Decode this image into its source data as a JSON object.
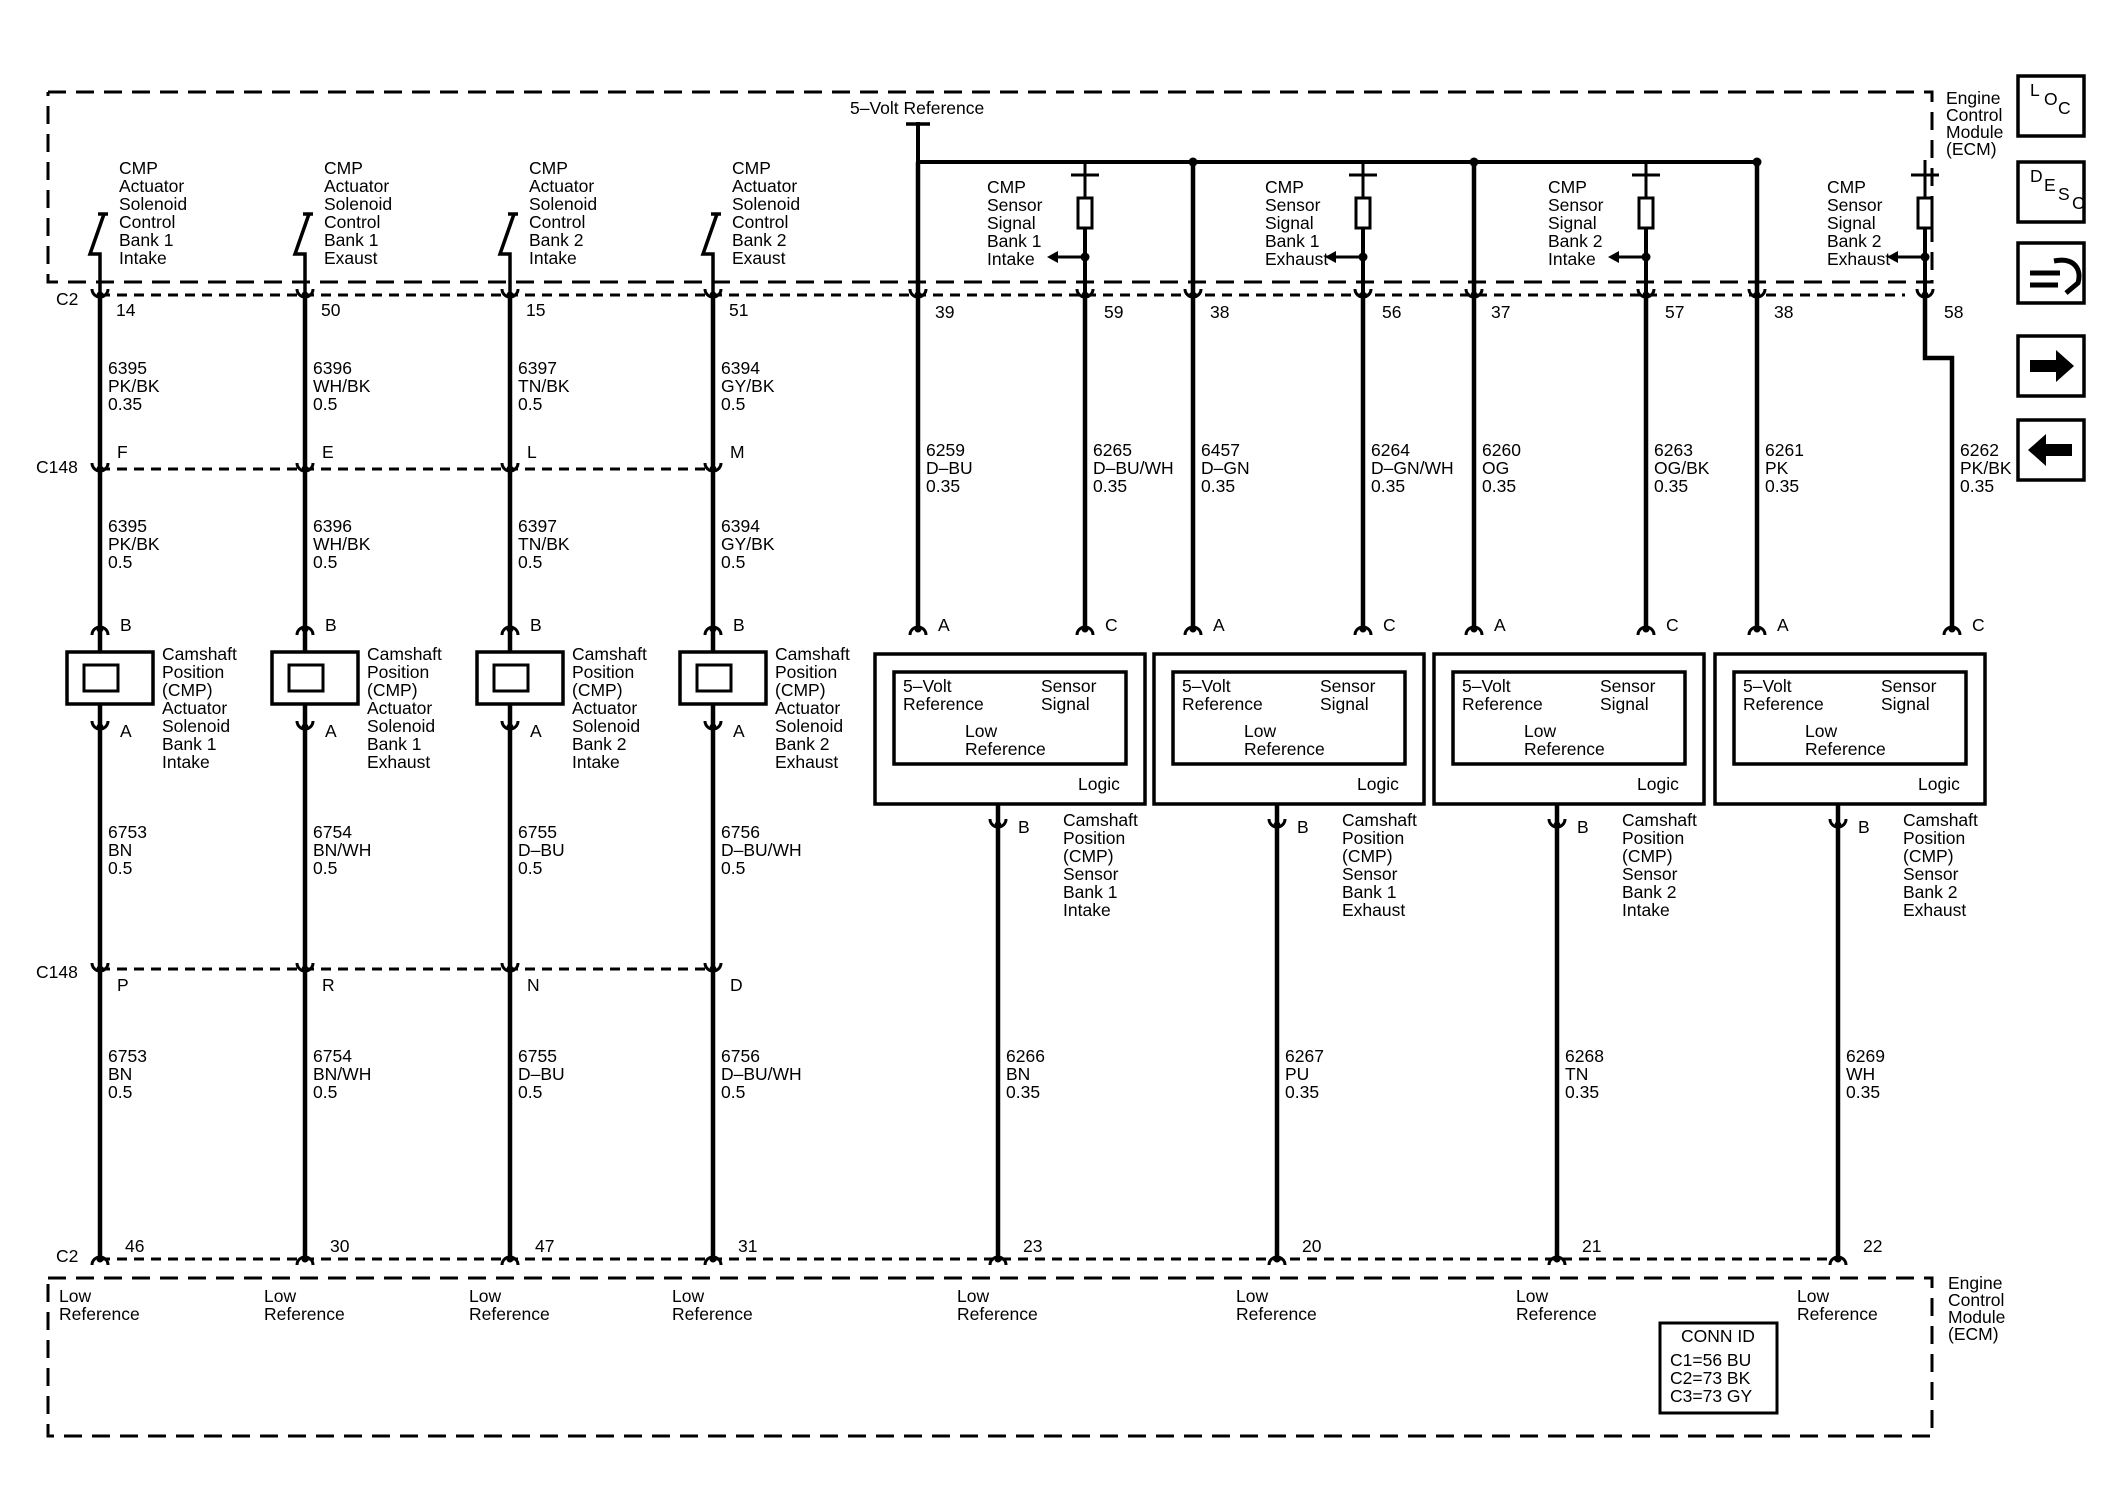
{
  "ecm": {
    "label": [
      "Engine",
      "Control",
      "Module",
      "(ECM)"
    ]
  },
  "five_volt_reference": "5–Volt Reference",
  "connectors": {
    "c2": "C2",
    "c148": "C148"
  },
  "nav": [
    {
      "name": "loc-button",
      "label": "LOC"
    },
    {
      "name": "desc-button",
      "label": "DESC"
    },
    {
      "name": "connector-view-button",
      "label": ""
    },
    {
      "name": "next-page-button",
      "label": "→"
    },
    {
      "name": "prev-page-button",
      "label": "←"
    }
  ],
  "actuator_channels": [
    {
      "ecm_label": [
        "CMP",
        "Actuator",
        "Solenoid",
        "Control",
        "Bank 1",
        "Intake"
      ],
      "c2_top_pin": "14",
      "wire_upper": [
        "6395",
        "PK/BK",
        "0.35"
      ],
      "c148_top_pin": "F",
      "wire_mid": [
        "6395",
        "PK/BK",
        "0.5"
      ],
      "pin_b": "B",
      "pin_a": "A",
      "solenoid_label": [
        "Camshaft",
        "Position",
        "(CMP)",
        "Actuator",
        "Solenoid",
        "Bank 1",
        "Intake"
      ],
      "wire_low1": [
        "6753",
        "BN",
        "0.5"
      ],
      "c148_bottom_pin": "P",
      "wire_low2": [
        "6753",
        "BN",
        "0.5"
      ],
      "c2_bottom_pin": "46",
      "low_ref": [
        "Low",
        "Reference"
      ]
    },
    {
      "ecm_label": [
        "CMP",
        "Actuator",
        "Solenoid",
        "Control",
        "Bank 1",
        "Exaust"
      ],
      "c2_top_pin": "50",
      "wire_upper": [
        "6396",
        "WH/BK",
        "0.5"
      ],
      "c148_top_pin": "E",
      "wire_mid": [
        "6396",
        "WH/BK",
        "0.5"
      ],
      "pin_b": "B",
      "pin_a": "A",
      "solenoid_label": [
        "Camshaft",
        "Position",
        "(CMP)",
        "Actuator",
        "Solenoid",
        "Bank 1",
        "Exhaust"
      ],
      "wire_low1": [
        "6754",
        "BN/WH",
        "0.5"
      ],
      "c148_bottom_pin": "R",
      "wire_low2": [
        "6754",
        "BN/WH",
        "0.5"
      ],
      "c2_bottom_pin": "30",
      "low_ref": [
        "Low",
        "Reference"
      ]
    },
    {
      "ecm_label": [
        "CMP",
        "Actuator",
        "Solenoid",
        "Control",
        "Bank 2",
        "Intake"
      ],
      "c2_top_pin": "15",
      "wire_upper": [
        "6397",
        "TN/BK",
        "0.5"
      ],
      "c148_top_pin": "L",
      "wire_mid": [
        "6397",
        "TN/BK",
        "0.5"
      ],
      "pin_b": "B",
      "pin_a": "A",
      "solenoid_label": [
        "Camshaft",
        "Position",
        "(CMP)",
        "Actuator",
        "Solenoid",
        "Bank 2",
        "Intake"
      ],
      "wire_low1": [
        "6755",
        "D–BU",
        "0.5"
      ],
      "c148_bottom_pin": "N",
      "wire_low2": [
        "6755",
        "D–BU",
        "0.5"
      ],
      "c2_bottom_pin": "47",
      "low_ref": [
        "Low",
        "Reference"
      ]
    },
    {
      "ecm_label": [
        "CMP",
        "Actuator",
        "Solenoid",
        "Control",
        "Bank 2",
        "Exaust"
      ],
      "c2_top_pin": "51",
      "wire_upper": [
        "6394",
        "GY/BK",
        "0.5"
      ],
      "c148_top_pin": "M",
      "wire_mid": [
        "6394",
        "GY/BK",
        "0.5"
      ],
      "pin_b": "B",
      "pin_a": "A",
      "solenoid_label": [
        "Camshaft",
        "Position",
        "(CMP)",
        "Actuator",
        "Solenoid",
        "Bank 2",
        "Exhaust"
      ],
      "wire_low1": [
        "6756",
        "D–BU/WH",
        "0.5"
      ],
      "c148_bottom_pin": "D",
      "wire_low2": [
        "6756",
        "D–BU/WH",
        "0.5"
      ],
      "c2_bottom_pin": "31",
      "low_ref": [
        "Low",
        "Reference"
      ]
    }
  ],
  "sensor_channels": [
    {
      "signal_label": [
        "CMP",
        "Sensor",
        "Signal",
        "Bank 1",
        "Intake"
      ],
      "ref_pin": "39",
      "ref_wire": [
        "6259",
        "D–BU",
        "0.35"
      ],
      "sig_pin": "59",
      "sig_wire": [
        "6265",
        "D–BU/WH",
        "0.35"
      ],
      "sensor_pin_a": "A",
      "sensor_pin_c": "C",
      "sensor_pin_b": "B",
      "inner": {
        "ref": [
          "5–Volt",
          "Reference"
        ],
        "sig": [
          "Sensor",
          "Signal"
        ],
        "low": [
          "Low",
          "Reference"
        ],
        "logic": "Logic"
      },
      "sensor_label": [
        "Camshaft",
        "Position",
        "(CMP)",
        "Sensor",
        "Bank 1",
        "Intake"
      ],
      "low_wire": [
        "6266",
        "BN",
        "0.35"
      ],
      "low_pin": "23",
      "low_ref": [
        "Low",
        "Reference"
      ]
    },
    {
      "signal_label": [
        "CMP",
        "Sensor",
        "Signal",
        "Bank 1",
        "Exhaust"
      ],
      "ref_pin": "38",
      "ref_wire": [
        "6457",
        "D–GN",
        "0.35"
      ],
      "sig_pin": "56",
      "sig_wire": [
        "6264",
        "D–GN/WH",
        "0.35"
      ],
      "sensor_pin_a": "A",
      "sensor_pin_c": "C",
      "sensor_pin_b": "B",
      "inner": {
        "ref": [
          "5–Volt",
          "Reference"
        ],
        "sig": [
          "Sensor",
          "Signal"
        ],
        "low": [
          "Low",
          "Reference"
        ],
        "logic": "Logic"
      },
      "sensor_label": [
        "Camshaft",
        "Position",
        "(CMP)",
        "Sensor",
        "Bank 1",
        "Exhaust"
      ],
      "low_wire": [
        "6267",
        "PU",
        "0.35"
      ],
      "low_pin": "20",
      "low_ref": [
        "Low",
        "Reference"
      ]
    },
    {
      "signal_label": [
        "CMP",
        "Sensor",
        "Signal",
        "Bank 2",
        "Intake"
      ],
      "ref_pin": "37",
      "ref_wire": [
        "6260",
        "OG",
        "0.35"
      ],
      "sig_pin": "57",
      "sig_wire": [
        "6263",
        "OG/BK",
        "0.35"
      ],
      "sensor_pin_a": "A",
      "sensor_pin_c": "C",
      "sensor_pin_b": "B",
      "inner": {
        "ref": [
          "5–Volt",
          "Reference"
        ],
        "sig": [
          "Sensor",
          "Signal"
        ],
        "low": [
          "Low",
          "Reference"
        ],
        "logic": "Logic"
      },
      "sensor_label": [
        "Camshaft",
        "Position",
        "(CMP)",
        "Sensor",
        "Bank 2",
        "Intake"
      ],
      "low_wire": [
        "6268",
        "TN",
        "0.35"
      ],
      "low_pin": "21",
      "low_ref": [
        "Low",
        "Reference"
      ]
    },
    {
      "signal_label": [
        "CMP",
        "Sensor",
        "Signal",
        "Bank 2",
        "Exhaust"
      ],
      "ref_pin": "38",
      "ref_wire": [
        "6261",
        "PK",
        "0.35"
      ],
      "sig_pin": "58",
      "sig_wire": [
        "6262",
        "PK/BK",
        "0.35"
      ],
      "sensor_pin_a": "A",
      "sensor_pin_c": "C",
      "sensor_pin_b": "B",
      "inner": {
        "ref": [
          "5–Volt",
          "Reference"
        ],
        "sig": [
          "Sensor",
          "Signal"
        ],
        "low": [
          "Low",
          "Reference"
        ],
        "logic": "Logic"
      },
      "sensor_label": [
        "Camshaft",
        "Position",
        "(CMP)",
        "Sensor",
        "Bank 2",
        "Exhaust"
      ],
      "low_wire": [
        "6269",
        "WH",
        "0.35"
      ],
      "low_pin": "22",
      "low_ref": [
        "Low",
        "Reference"
      ]
    }
  ],
  "conn_id": {
    "title": "CONN ID",
    "rows": [
      "C1=56 BU",
      "C2=73 BK",
      "C3=73 GY"
    ]
  }
}
